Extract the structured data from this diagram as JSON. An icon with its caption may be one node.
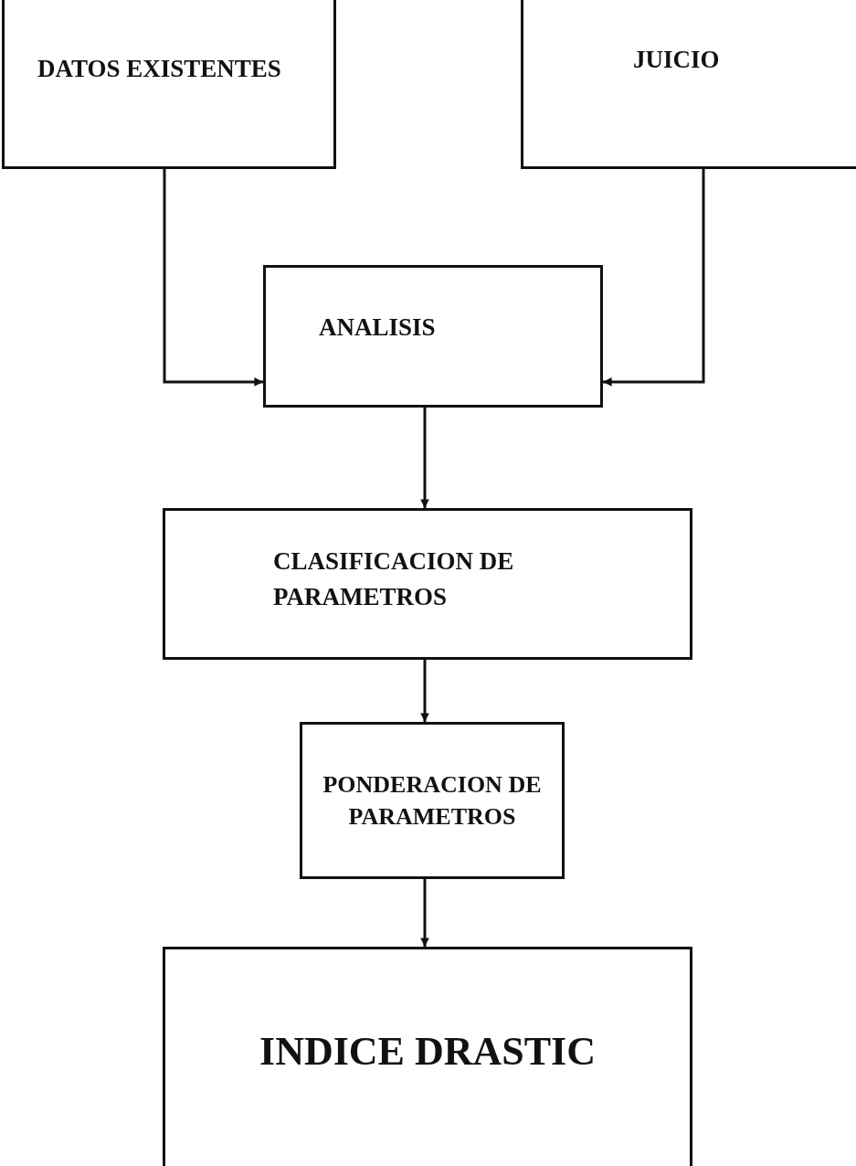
{
  "diagram": {
    "nodes": [
      {
        "text": [
          "DATOS EXISTENTES"
        ]
      },
      {
        "text": [
          "JUICIO"
        ]
      },
      {
        "text": [
          "ANALISIS"
        ]
      },
      {
        "text": [
          "CLASIFICACION DE PARAMETROS"
        ]
      },
      {
        "text": [
          "PONDERACION DE PARAMETROS"
        ]
      },
      {
        "text": [
          "INDICE DRASTIC"
        ]
      }
    ],
    "edges": [
      {
        "from": 0,
        "to": 2,
        "arrow": "to"
      },
      {
        "from": 1,
        "to": 2,
        "arrow": "to"
      },
      {
        "from": 2,
        "to": 3,
        "arrow": "to"
      },
      {
        "from": 3,
        "to": 4,
        "arrow": "to"
      },
      {
        "from": 4,
        "to": 5,
        "arrow": "to"
      }
    ]
  }
}
